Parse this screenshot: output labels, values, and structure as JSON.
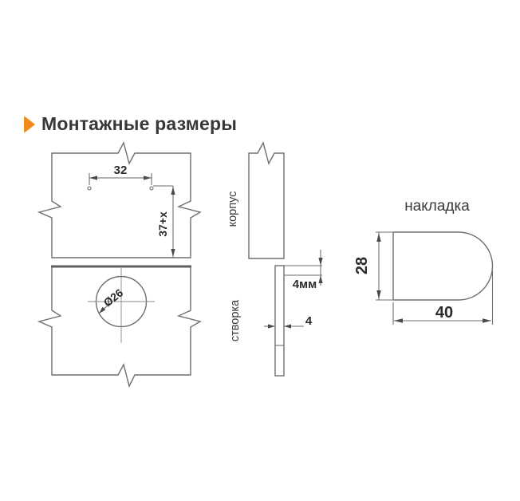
{
  "header": {
    "title": "Монтажные размеры",
    "accent_color": "#F28B1E"
  },
  "diagram": {
    "line_color": "#6E6E6E",
    "dim_text_color": "#2C2C2C",
    "label_text_color": "#3A3A3A",
    "labels": {
      "body": "корпус",
      "leaf": "створка",
      "overlay": "накладка"
    },
    "dimensions": {
      "hole_spacing": "32",
      "plate_offset": "37+x",
      "cup_diameter": "Ø26",
      "overlay_gap": "4мм",
      "leaf_thickness": "4",
      "overlay_height": "28",
      "overlay_width": "40"
    }
  }
}
